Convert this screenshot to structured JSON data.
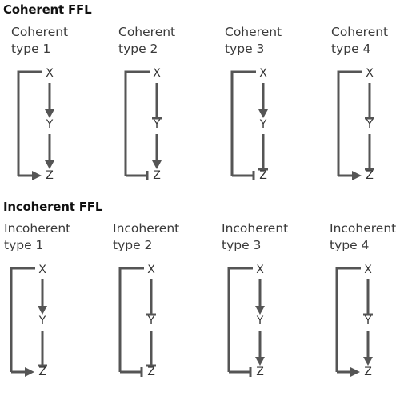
{
  "sections": [
    {
      "title": "Coherent FFL",
      "motifs": [
        {
          "label_line1": "Coherent",
          "label_line2": "type 1",
          "nodes": [
            "X",
            "Y",
            "Z"
          ],
          "xy": "activation",
          "yz": "activation",
          "xz": "activation"
        },
        {
          "label_line1": "Coherent",
          "label_line2": "type 2",
          "nodes": [
            "X",
            "Y",
            "Z"
          ],
          "xy": "repression",
          "yz": "activation",
          "xz": "repression"
        },
        {
          "label_line1": "Coherent",
          "label_line2": "type 3",
          "nodes": [
            "X",
            "Y",
            "Z"
          ],
          "xy": "activation",
          "yz": "repression",
          "xz": "repression"
        },
        {
          "label_line1": "Coherent",
          "label_line2": "type 4",
          "nodes": [
            "X",
            "Y",
            "Z"
          ],
          "xy": "repression",
          "yz": "repression",
          "xz": "activation"
        }
      ]
    },
    {
      "title": "Incoherent FFL",
      "motifs": [
        {
          "label_line1": "Incoherent",
          "label_line2": "type 1",
          "nodes": [
            "X",
            "Y",
            "Z"
          ],
          "xy": "activation",
          "yz": "repression",
          "xz": "activation"
        },
        {
          "label_line1": "Incoherent",
          "label_line2": "type 2",
          "nodes": [
            "X",
            "Y",
            "Z"
          ],
          "xy": "repression",
          "yz": "repression",
          "xz": "repression"
        },
        {
          "label_line1": "Incoherent",
          "label_line2": "type 3",
          "nodes": [
            "X",
            "Y",
            "Z"
          ],
          "xy": "activation",
          "yz": "activation",
          "xz": "repression"
        },
        {
          "label_line1": "Incoherent",
          "label_line2": "type 4",
          "nodes": [
            "X",
            "Y",
            "Z"
          ],
          "xy": "repression",
          "yz": "activation",
          "xz": "activation"
        }
      ]
    }
  ],
  "colors": {
    "edge": "#555555",
    "text": "#333333"
  }
}
